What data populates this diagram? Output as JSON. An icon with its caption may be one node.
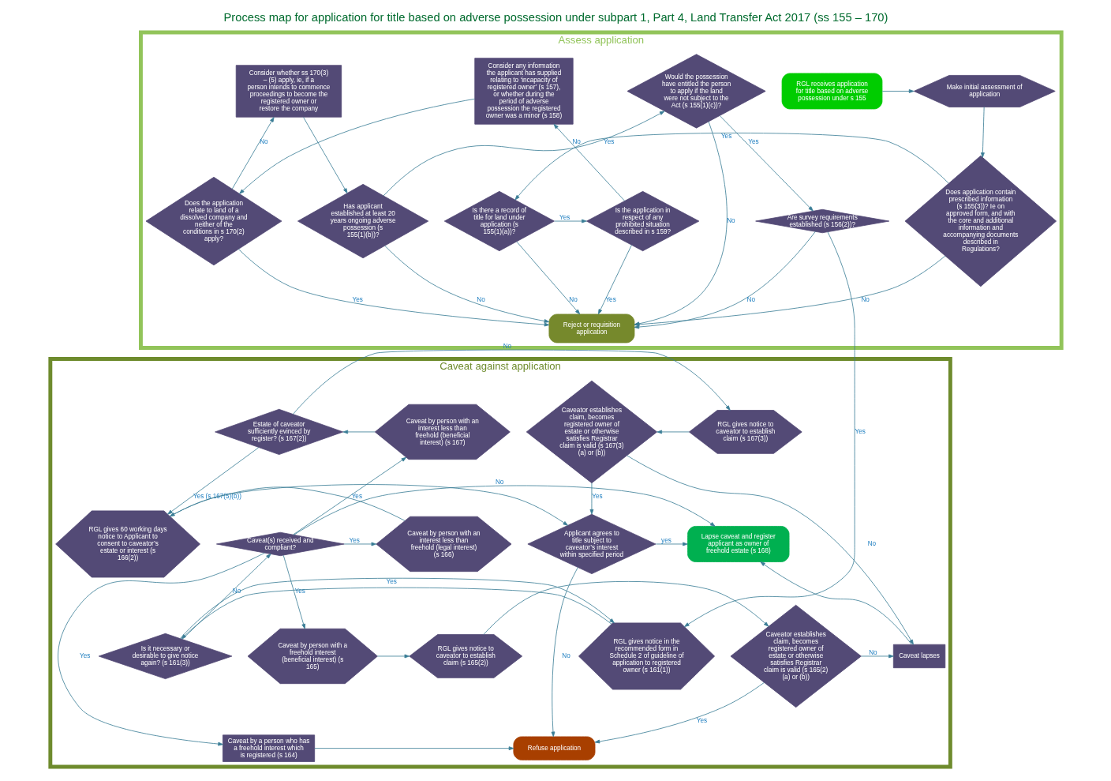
{
  "diagram": {
    "title": "Process map for application for title based on adverse possession under subpart 1, Part 4, Land Transfer Act 2017 (ss 155 – 170)",
    "nodes": [
      {
        "text": [
          "Assess application"
        ]
      },
      {
        "text": [
          "Make initial assessment of application"
        ],
        "in": 0
      },
      {
        "text": [
          "RGL receives application for title based on adverse possession under s 155"
        ],
        "in": 0
      },
      {
        "text": [
          "Consider any information the applicant has supplied relating to ‘incapacity of registered owner’ (s 157), or whether during the period of adverse possession the registered owner was a minor (s 158)"
        ],
        "in": 0
      },
      {
        "text": [
          "Consider whether ss 170(3) – (5) apply, ie, if a person intends to commence proceedings to become the registered owner or restore the company"
        ],
        "in": 0
      },
      {
        "text": [
          "Would the possession have entitled the person to apply if the land were not subject to the Act (s 155(1)(c))?"
        ],
        "in": 0
      },
      {
        "text": [
          "Does application contain prescribed information (s 155(3))? Ie on approved form, and with the core and additional information and accompanying documents described in Regulations?"
        ],
        "in": 0
      },
      {
        "text": [
          "Is there a record of title for land under application (s 155(1)(a))?"
        ],
        "in": 0
      },
      {
        "text": [
          "Is the application in respect of any prohibited situation described in s 159?"
        ],
        "in": 0
      },
      {
        "text": [
          "Does the application relate to land of a dissolved company and neither of the conditions in s 170(2) apply?"
        ],
        "in": 0
      },
      {
        "text": [
          "Has applicant established at least 20 years ongoing adverse possession (s 155(1)(b))?"
        ],
        "in": 0
      },
      {
        "text": [
          "Are survey requirements established (s 156(2))?"
        ],
        "in": 0
      },
      {
        "text": [
          "Reject or requisition application"
        ],
        "in": 0
      },
      {
        "text": [
          "Caveat against application"
        ]
      },
      {
        "text": [
          "Caveator establishes claim, becomes registered owner of estate or otherwise satisfies Registrar claim is valid (s 167(3) (a) or (b))"
        ],
        "in": 13
      },
      {
        "text": [
          "RGL gives notice to caveator to establish claim (s 167(3))"
        ],
        "in": 13
      },
      {
        "text": [
          "Estate of caveator sufficiently evinced by register? (s 167(2))"
        ],
        "in": 13
      },
      {
        "text": [
          "Caveat by person with an interest less than freehold (beneficial interest) (s 167)"
        ],
        "in": 13
      },
      {
        "text": [
          "Caveat(s) received and compliant?"
        ],
        "in": 13
      },
      {
        "text": [
          "Lapse caveat and register applicant as owner of freehold estate (s 168)"
        ],
        "in": 13
      },
      {
        "text": [
          "Applicant agrees to title subject to caveator’s interest within specified period"
        ],
        "in": 13
      },
      {
        "text": [
          "RGL gives 60 working days notice to Applicant to consent to caveator’s estate or interest (s 166(2))"
        ],
        "in": 13
      },
      {
        "text": [
          "Caveat by person with an interest less than freehold (legal interest) (s 166)"
        ],
        "in": 13
      },
      {
        "text": [
          "Caveat lapses"
        ],
        "in": 13
      },
      {
        "text": [
          "Caveator establishes claim, becomes registered owner of estate or otherwise satisfies Registrar claim is valid (s 165(2) (a) or (b))"
        ],
        "in": 13
      },
      {
        "text": [
          "RGL gives notice to caveator to establish claim (s 165(2))"
        ],
        "in": 13
      },
      {
        "text": [
          "Caveat by person with a freehold interest (beneficial interest) (s 165)"
        ],
        "in": 13
      },
      {
        "text": [
          "Is it necessary or desirable to give notice again? (s 161(3))"
        ],
        "in": 13
      },
      {
        "text": [
          "RGL gives notice in the recommended form in Schedule 2 of guideline of application to registered owner (s 161(1))"
        ],
        "in": 13
      },
      {
        "text": [
          "Refuse application"
        ],
        "in": 13
      },
      {
        "text": [
          "Caveat by a person who has a freehold interest which is registered (s 164)"
        ],
        "in": 13
      }
    ],
    "edges": [
      {
        "from": 2,
        "to": 1,
        "arrow": "to"
      },
      {
        "from": 1,
        "to": 6,
        "arrow": "to"
      },
      {
        "from": 6,
        "to": 7,
        "arrow": "to",
        "label": "Yes"
      },
      {
        "from": 6,
        "to": 12,
        "arrow": "to",
        "label": "No"
      },
      {
        "from": 7,
        "to": 8,
        "arrow": "to",
        "label": "Yes"
      },
      {
        "from": 7,
        "to": 12,
        "arrow": "to",
        "label": "No"
      },
      {
        "from": 8,
        "to": 3,
        "arrow": "to",
        "label": "No"
      },
      {
        "from": 8,
        "to": 12,
        "arrow": "to",
        "label": "Yes"
      },
      {
        "from": 3,
        "to": 9,
        "arrow": "to"
      },
      {
        "from": 9,
        "to": 4,
        "arrow": "to",
        "label": "No"
      },
      {
        "from": 9,
        "to": 12,
        "arrow": "to",
        "label": "Yes"
      },
      {
        "from": 4,
        "to": 10,
        "arrow": "to"
      },
      {
        "from": 10,
        "to": 5,
        "arrow": "to",
        "label": "Yes"
      },
      {
        "from": 10,
        "to": 12,
        "arrow": "to",
        "label": "No"
      },
      {
        "from": 5,
        "to": 11,
        "arrow": "to",
        "label": "Yes"
      },
      {
        "from": 5,
        "to": 12,
        "arrow": "to",
        "label": "No"
      },
      {
        "from": 11,
        "to": 12,
        "arrow": "to",
        "label": "No"
      },
      {
        "from": 11,
        "to": 28,
        "arrow": "to",
        "label": "Yes"
      },
      {
        "from": 28,
        "to": 27,
        "arrow": "to"
      },
      {
        "from": 27,
        "to": 18,
        "arrow": "to",
        "label": "No"
      },
      {
        "from": 27,
        "to": 28,
        "arrow": "to",
        "label": "Yes"
      },
      {
        "from": 18,
        "to": 19,
        "arrow": "to",
        "label": "No"
      },
      {
        "from": 18,
        "to": 17,
        "arrow": "to",
        "label": "Yes"
      },
      {
        "from": 18,
        "to": 22,
        "arrow": "to",
        "label": "Yes"
      },
      {
        "from": 18,
        "to": 26,
        "arrow": "to",
        "label": "Yes"
      },
      {
        "from": 18,
        "to": 30,
        "arrow": "to",
        "label": "Yes"
      },
      {
        "from": 17,
        "to": 16,
        "arrow": "to"
      },
      {
        "from": 16,
        "to": 15,
        "arrow": "to",
        "label": "No"
      },
      {
        "from": 16,
        "to": 21,
        "arrow": "to",
        "label": "Yes (s 167(5)(b))"
      },
      {
        "from": 15,
        "to": 14,
        "arrow": "to"
      },
      {
        "from": 14,
        "to": 23,
        "arrow": "to",
        "label": "No"
      },
      {
        "from": 14,
        "to": 20,
        "arrow": "to",
        "label": "Yes"
      },
      {
        "from": 22,
        "to": 21,
        "arrow": "to"
      },
      {
        "from": 21,
        "to": 20,
        "arrow": "to"
      },
      {
        "from": 20,
        "to": 19,
        "arrow": "to",
        "label": "yes"
      },
      {
        "from": 20,
        "to": 29,
        "arrow": "to",
        "label": "No"
      },
      {
        "from": 26,
        "to": 25,
        "arrow": "to"
      },
      {
        "from": 25,
        "to": 24,
        "arrow": "to"
      },
      {
        "from": 24,
        "to": 23,
        "arrow": "to",
        "label": "No"
      },
      {
        "from": 24,
        "to": 29,
        "arrow": "to",
        "label": "Yes"
      },
      {
        "from": 23,
        "to": 19,
        "arrow": "to"
      },
      {
        "from": 30,
        "to": 29,
        "arrow": "to"
      }
    ]
  }
}
